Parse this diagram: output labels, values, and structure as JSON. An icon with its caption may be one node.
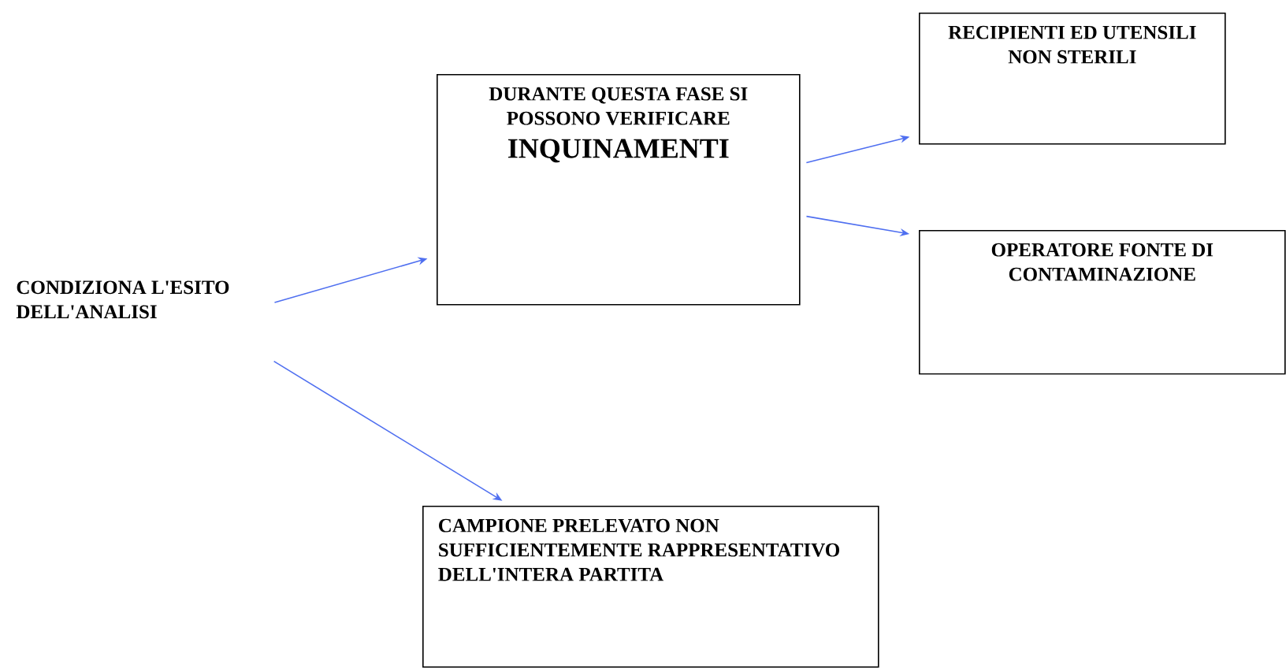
{
  "diagram": {
    "nodes": [
      {
        "text": [
          "CONDIZIONA L'ESITO DELL'ANALISI"
        ]
      },
      {
        "text": [
          "DURANTE QUESTA FASE SI POSSONO VERIFICARE",
          "INQUINAMENTI"
        ]
      },
      {
        "text": [
          "RECIPIENTI ED UTENSILI NON STERILI"
        ]
      },
      {
        "text": [
          "OPERATORE FONTE DI CONTAMINAZIONE"
        ]
      },
      {
        "text": [
          "CAMPIONE PRELEVATO NON SUFFICIENTEMENTE RAPPRESENTATIVO DELL'INTERA PARTITA"
        ]
      }
    ],
    "edges": [
      {
        "from": 0,
        "to": 1,
        "arrow": "to"
      },
      {
        "from": 0,
        "to": 4,
        "arrow": "to"
      },
      {
        "from": 1,
        "to": 2,
        "arrow": "to"
      },
      {
        "from": 1,
        "to": 3,
        "arrow": "to"
      }
    ]
  }
}
